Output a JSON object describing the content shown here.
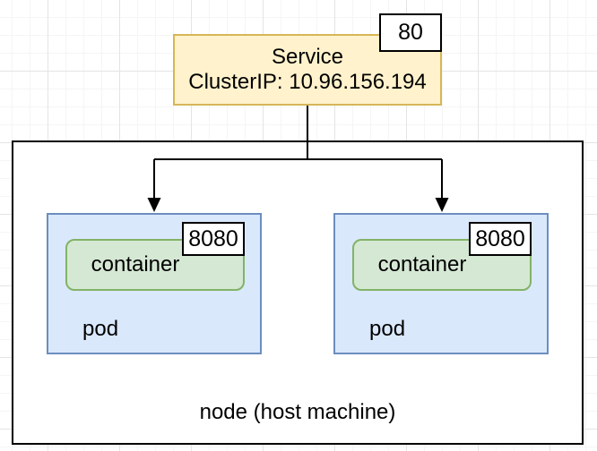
{
  "diagram": {
    "type": "kubernetes-service-diagram",
    "colors": {
      "service_fill": "#FFF2CC",
      "service_stroke": "#D6B656",
      "pod_fill": "#DAE8FC",
      "pod_stroke": "#6C8EBF",
      "container_fill": "#D5E8D4",
      "container_stroke": "#82B366",
      "connector": "#000000",
      "grid_minor": "#F5F5F5",
      "grid_major": "#E4E4E4"
    }
  },
  "service": {
    "title": "Service",
    "subtitle": "ClusterIP: 10.96.156.194",
    "port": "80"
  },
  "node": {
    "label": "node (host machine)"
  },
  "pods": [
    {
      "label": "pod",
      "container": {
        "label": "container",
        "port": "8080"
      }
    },
    {
      "label": "pod",
      "container": {
        "label": "container",
        "port": "8080"
      }
    }
  ]
}
